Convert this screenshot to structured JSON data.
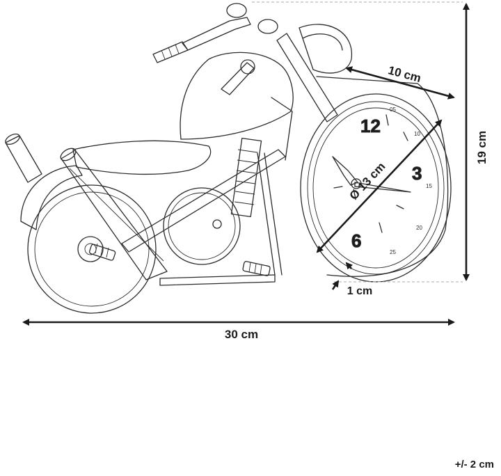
{
  "dimensions": {
    "width": "30 cm",
    "height": "19 cm",
    "depth": "10 cm",
    "clock_diameter": "Ø 13 cm",
    "bezel": "1 cm"
  },
  "tolerance": "+/- 2 cm",
  "clock_face": {
    "hour_numerals": [
      "12",
      "3",
      "6"
    ],
    "minute_numerals": [
      "05",
      "10",
      "15",
      "20",
      "25"
    ]
  }
}
